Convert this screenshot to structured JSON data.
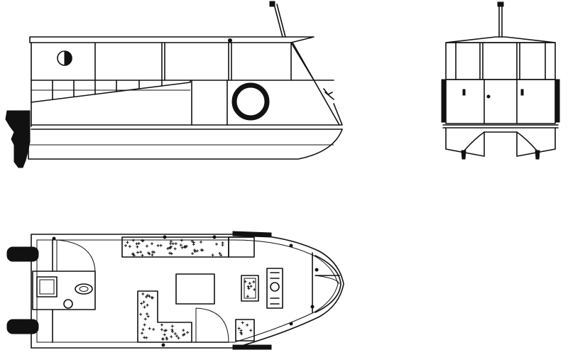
{
  "drawing": {
    "views": [
      {
        "id": "side",
        "label": ""
      },
      {
        "id": "front",
        "label": ""
      },
      {
        "id": "plan",
        "label": ""
      }
    ],
    "colors": {
      "line": "#111111",
      "paper": "#ffffff"
    }
  }
}
